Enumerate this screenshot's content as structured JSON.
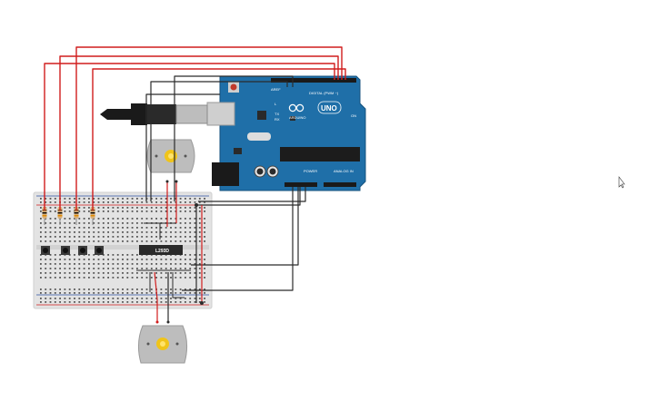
{
  "arduino": {
    "brand": "ARDUINO",
    "model": "UNO",
    "digital_header": "DIGITAL (PWM ~)",
    "power_header": "POWER",
    "analog_header": "ANALOG IN",
    "aref": "AREF",
    "tx": "TX",
    "rx": "RX",
    "l_led": "L",
    "on_led": "ON"
  },
  "driver_ic": {
    "label": "L293D"
  },
  "icons": {
    "motor": "dc-motor-icon",
    "usb": "usb-cable-icon",
    "cursor": "pointer-icon"
  },
  "colors": {
    "arduino_board": "#1f6fa8",
    "breadboard": "#e6e6e6",
    "wire_red": "#d11d1d",
    "wire_black": "#2b2b2b",
    "motor_body": "#bdbdbd",
    "motor_shaft": "#f0c419"
  }
}
